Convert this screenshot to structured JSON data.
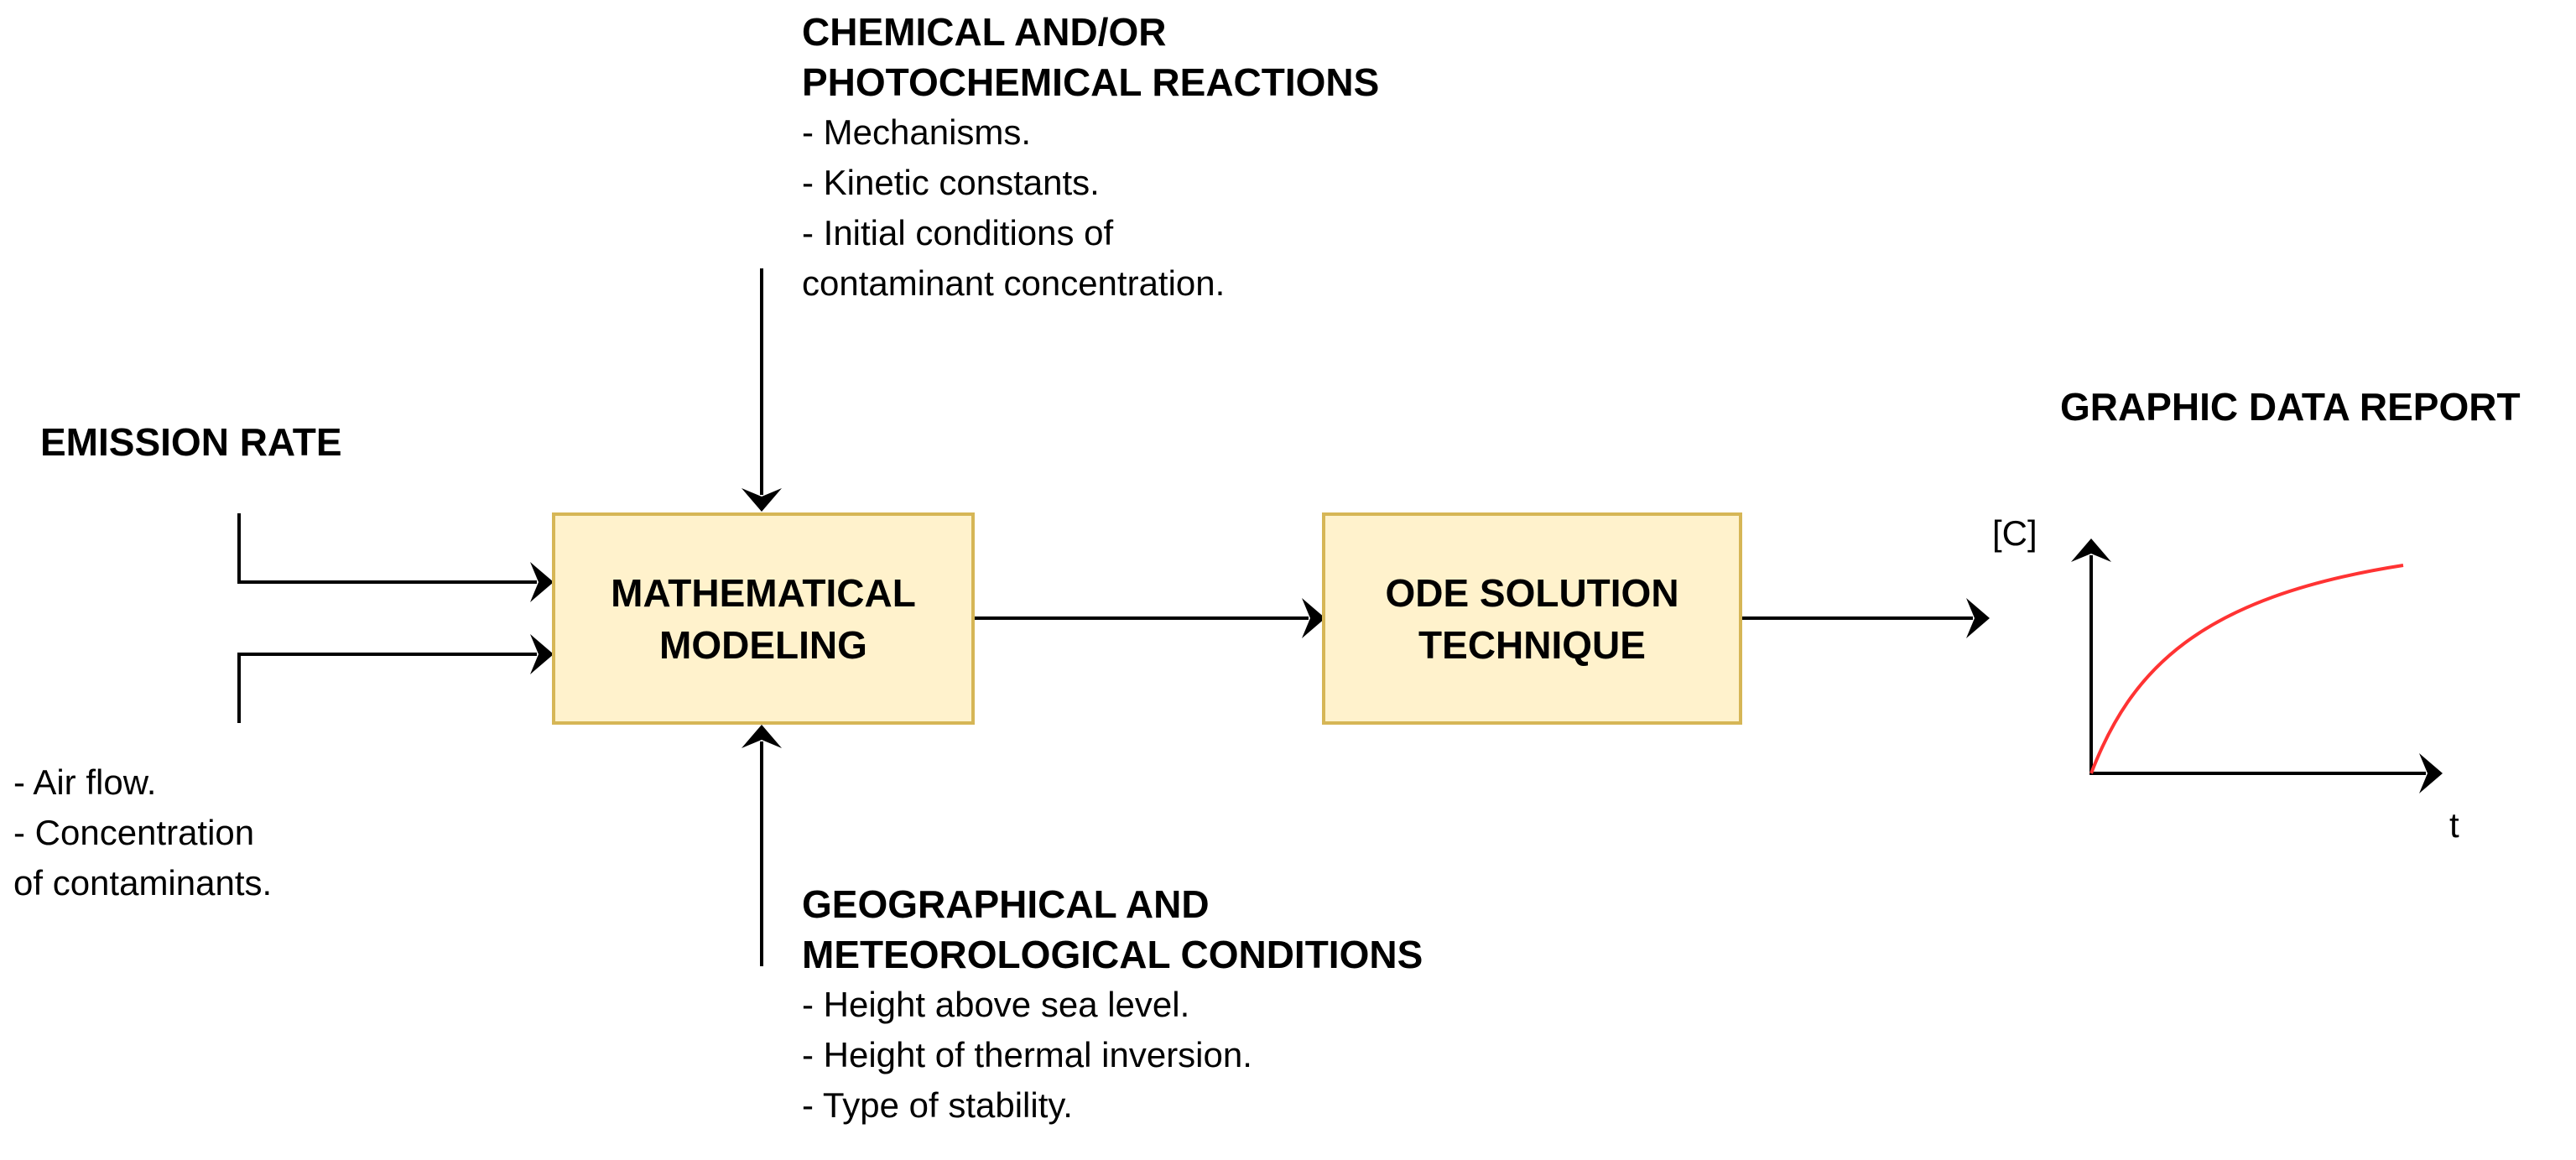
{
  "chemical": {
    "heading_line1": "CHEMICAL AND/OR",
    "heading_line2": "PHOTOCHEMICAL REACTIONS",
    "items": [
      "- Mechanisms.",
      "- Kinetic constants.",
      "- Initial conditions of",
      "contaminant concentration."
    ]
  },
  "emission": {
    "heading": "EMISSION RATE",
    "items": [
      "- Air flow.",
      "- Concentration",
      "of contaminants."
    ]
  },
  "geo": {
    "heading_line1": "GEOGRAPHICAL AND",
    "heading_line2": "METEOROLOGICAL CONDITIONS",
    "items": [
      "- Height above sea level.",
      "- Height of thermal inversion.",
      "- Type of stability."
    ]
  },
  "boxes": {
    "modeling": "MATHEMATICAL\nMODELING",
    "ode": "ODE SOLUTION\nTECHNIQUE"
  },
  "report": {
    "heading": "GRAPHIC DATA REPORT",
    "y_label": "[C]",
    "x_label": "t"
  },
  "colors": {
    "box_fill": "#fff2cc",
    "box_border": "#d6b656",
    "curve": "#ff3333",
    "line": "#000000"
  }
}
